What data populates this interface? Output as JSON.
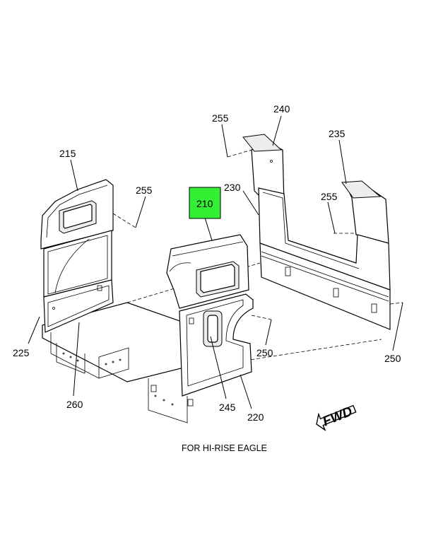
{
  "diagram": {
    "callouts": {
      "c210": "210",
      "c215": "215",
      "c220": "220",
      "c225": "225",
      "c230": "230",
      "c235": "235",
      "c240": "240",
      "c245": "245",
      "c250_center": "250",
      "c250_right": "250",
      "c255_top": "255",
      "c255_left": "255",
      "c255_right": "255",
      "c260": "260"
    },
    "highlighted_part": "210",
    "highlight_color": "#33ee33",
    "caption": "FOR HI-RISE EAGLE",
    "direction_label": "FWD",
    "direction_icon": "forward-arrow-icon"
  }
}
